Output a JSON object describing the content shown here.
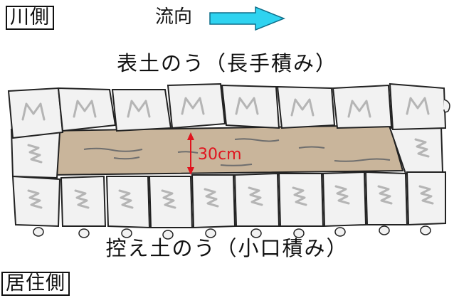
{
  "labels": {
    "river_side": "川側",
    "resident_side": "居住側",
    "flow_direction": "流向",
    "top_caption": "表土のう（長手積み）",
    "bottom_caption": "控え土のう（小口積み）",
    "dimension": "30cm"
  },
  "icons": {
    "flow_arrow": "right-arrow-icon"
  },
  "colors": {
    "arrow_fill": "#2fd3f0",
    "soil_fill": "#c9b59b",
    "dimension": "#e0141e",
    "bag_fill": "#f2f2f2"
  }
}
